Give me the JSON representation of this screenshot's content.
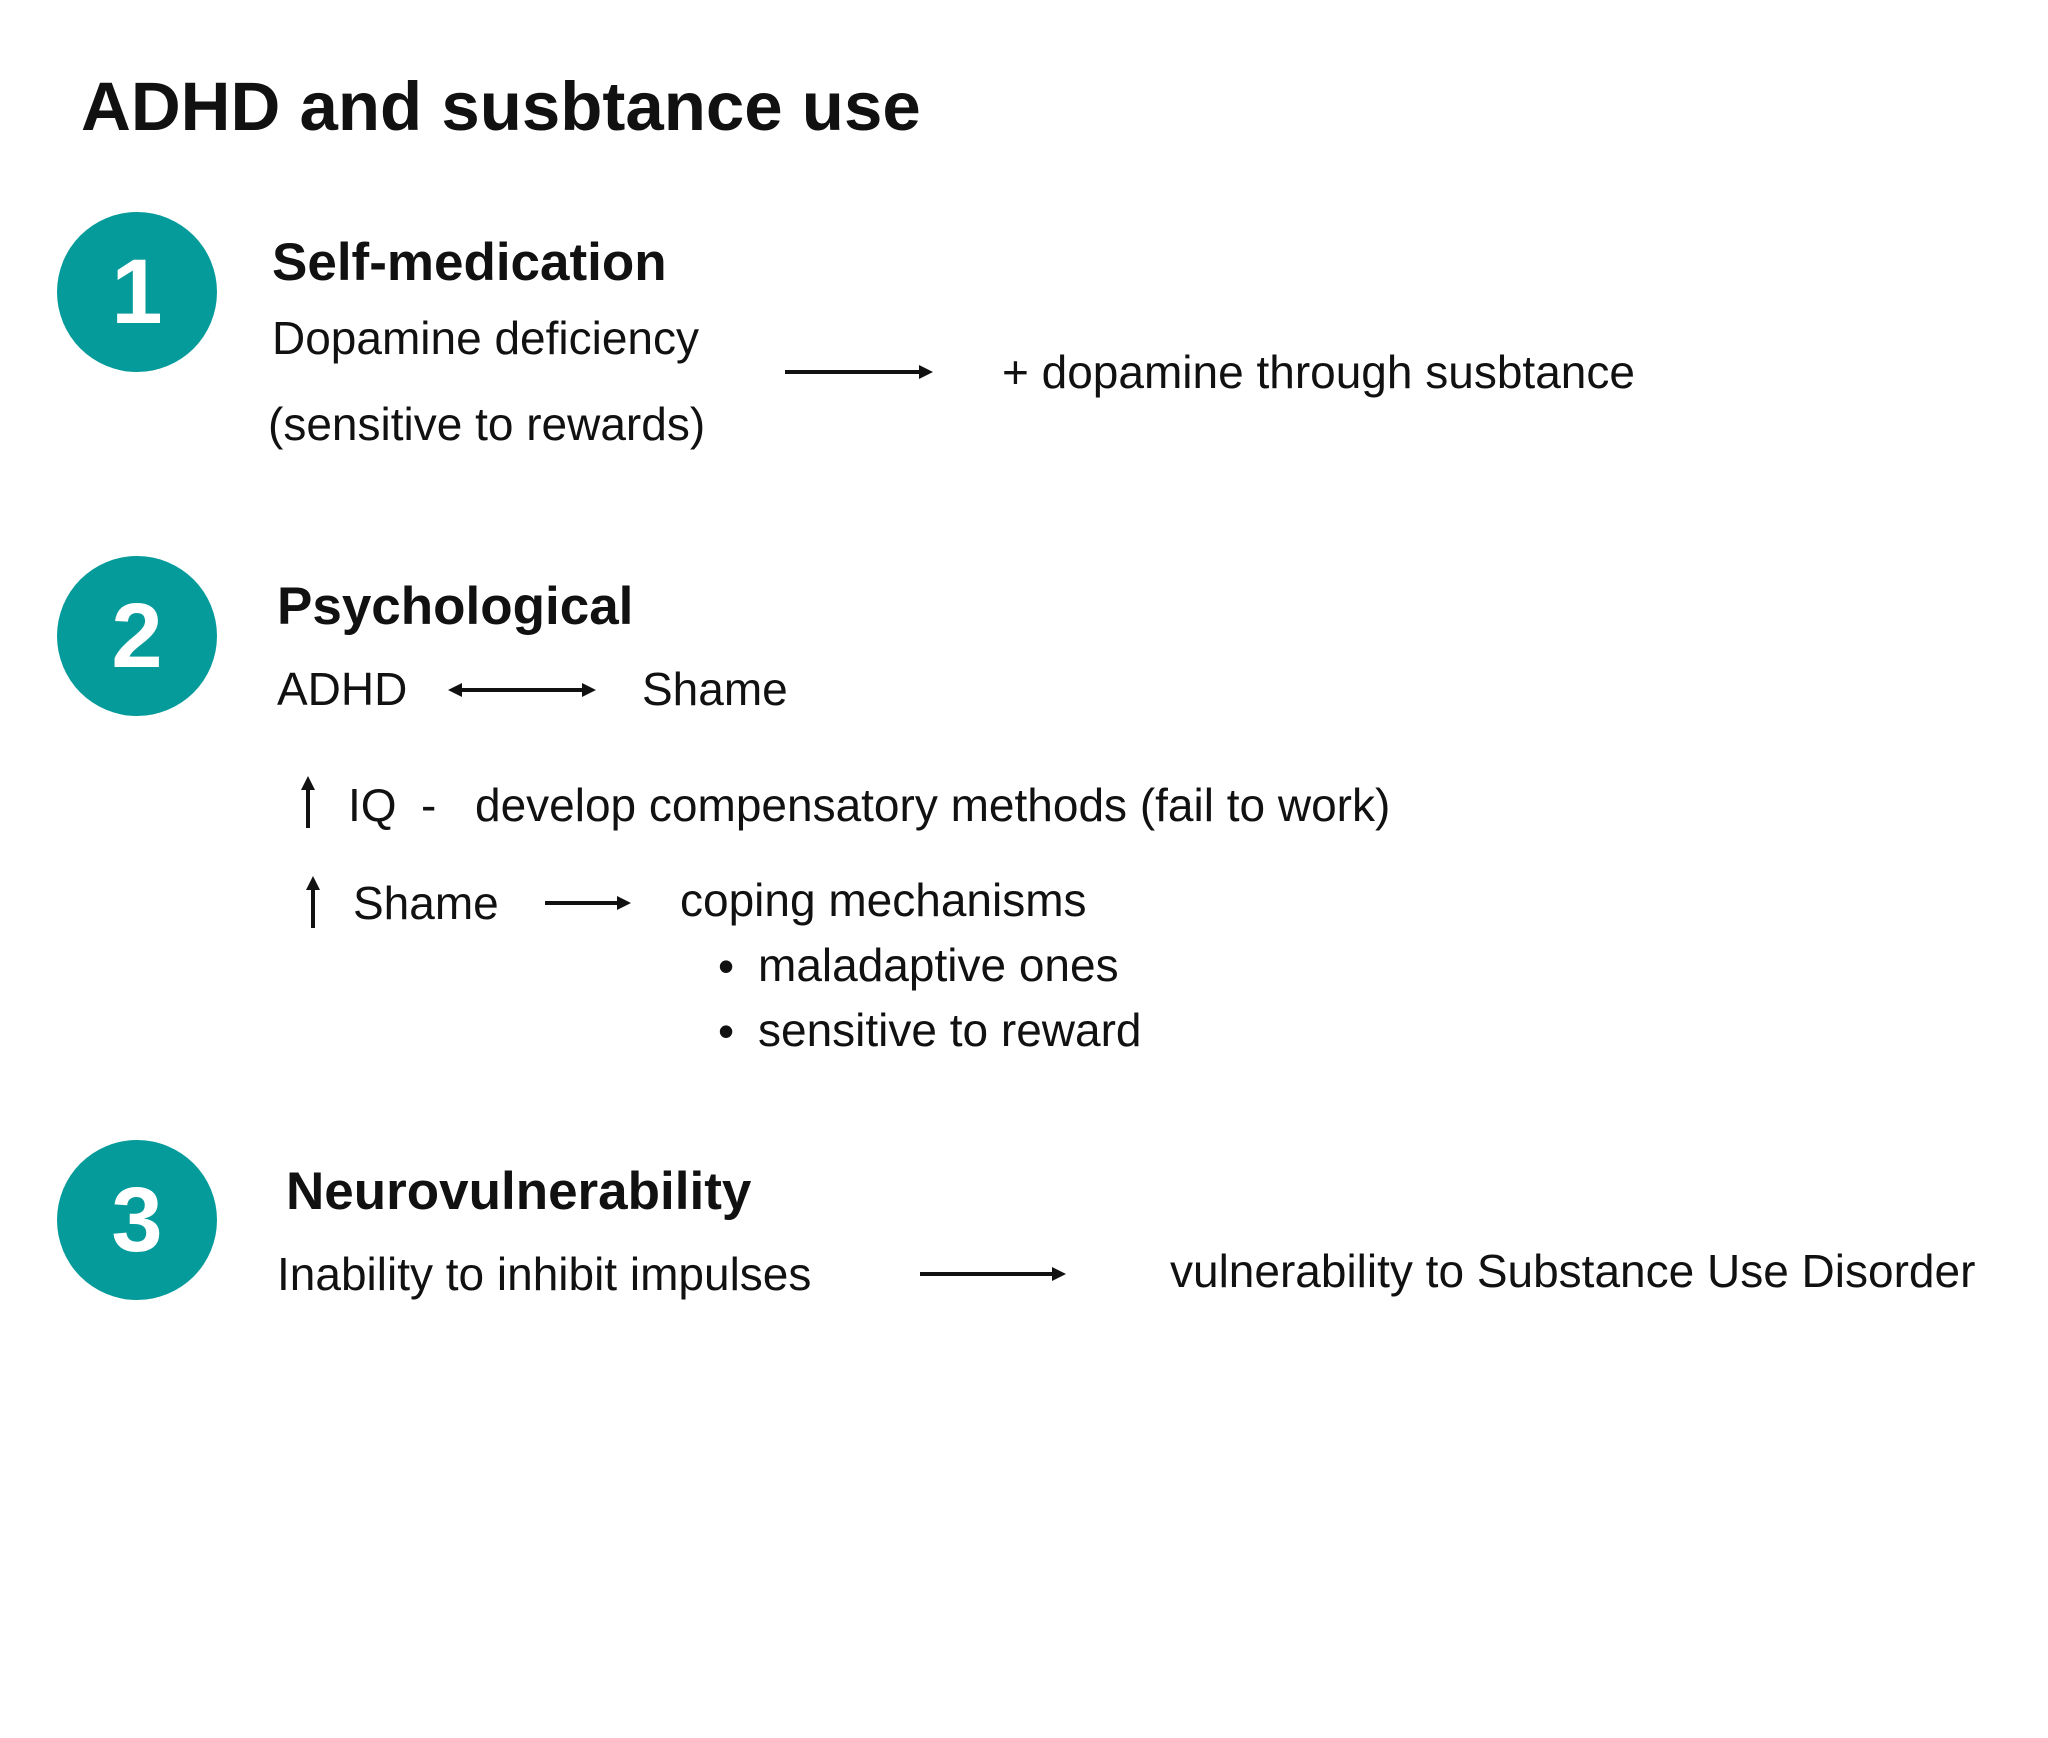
{
  "title": "ADHD and susbtance use",
  "accent_color": "#059b9b",
  "sections": [
    {
      "number": "1",
      "heading": "Self-medication",
      "left_line1": "Dopamine deficiency",
      "left_line2": "(sensitive to rewards)",
      "right": "+ dopamine through susbtance"
    },
    {
      "number": "2",
      "heading": "Psychological",
      "adhd": "ADHD",
      "shame": "Shame",
      "iq_label": "IQ",
      "iq_dash": "-",
      "iq_text": "develop compensatory methods (fail to work)",
      "shame_label": "Shame",
      "coping": "coping mechanisms",
      "bullets": [
        "maladaptive ones",
        "sensitive to reward"
      ]
    },
    {
      "number": "3",
      "heading": "Neurovulnerability",
      "left": "Inability to inhibit impulses",
      "right": "vulnerability to Substance Use Disorder"
    }
  ],
  "icons": {
    "arrow_right": "arrow-right-icon",
    "arrow_both": "arrow-left-right-icon",
    "arrow_up": "arrow-up-icon",
    "bullet": "bullet-icon"
  }
}
